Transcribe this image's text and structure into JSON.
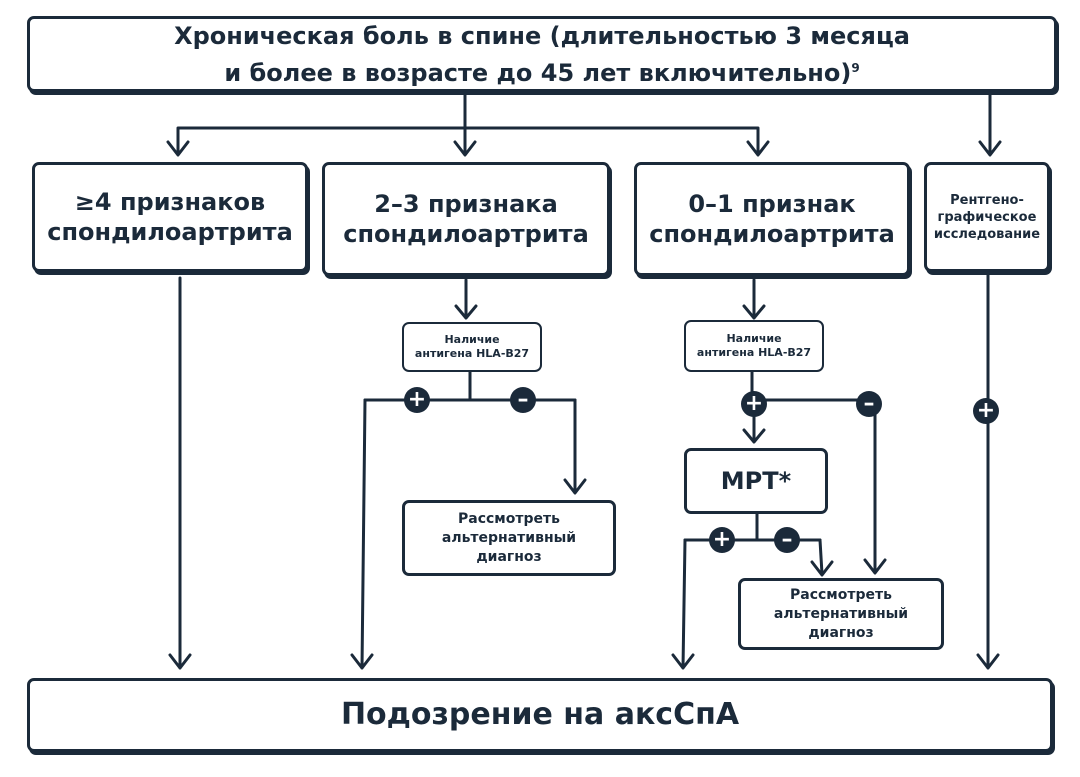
{
  "top": {
    "line1": "Хроническая боль в спине (длительностью 3 месяца",
    "line2": "и более в возрасте до 45 лет включительно)",
    "sup": "9"
  },
  "cat1": {
    "line1": "≥4 признаков",
    "line2": "спондилоартрита"
  },
  "cat2": {
    "line1": "2–3 признака",
    "line2": "спондилоартрита"
  },
  "cat3": {
    "line1": "0–1 признак",
    "line2": "спондилоартрита"
  },
  "xray": {
    "line1": "Рентгено-",
    "line2": "графическое",
    "line3": "исследование"
  },
  "hla2": {
    "line1": "Наличие",
    "line2": "антигена HLA-B27"
  },
  "hla3": {
    "line1": "Наличие",
    "line2": "антигена HLA-B27"
  },
  "mri": {
    "label": "МРТ*"
  },
  "alt1": {
    "line1": "Рассмотреть",
    "line2": "альтернативный",
    "line3": "диагноз"
  },
  "alt2": {
    "line1": "Рассмотреть",
    "line2": "альтернативный",
    "line3": "диагноз"
  },
  "bottom": {
    "label": "Подозрение на аксСпА"
  },
  "signs": {
    "plus": "+",
    "minus": "–"
  }
}
